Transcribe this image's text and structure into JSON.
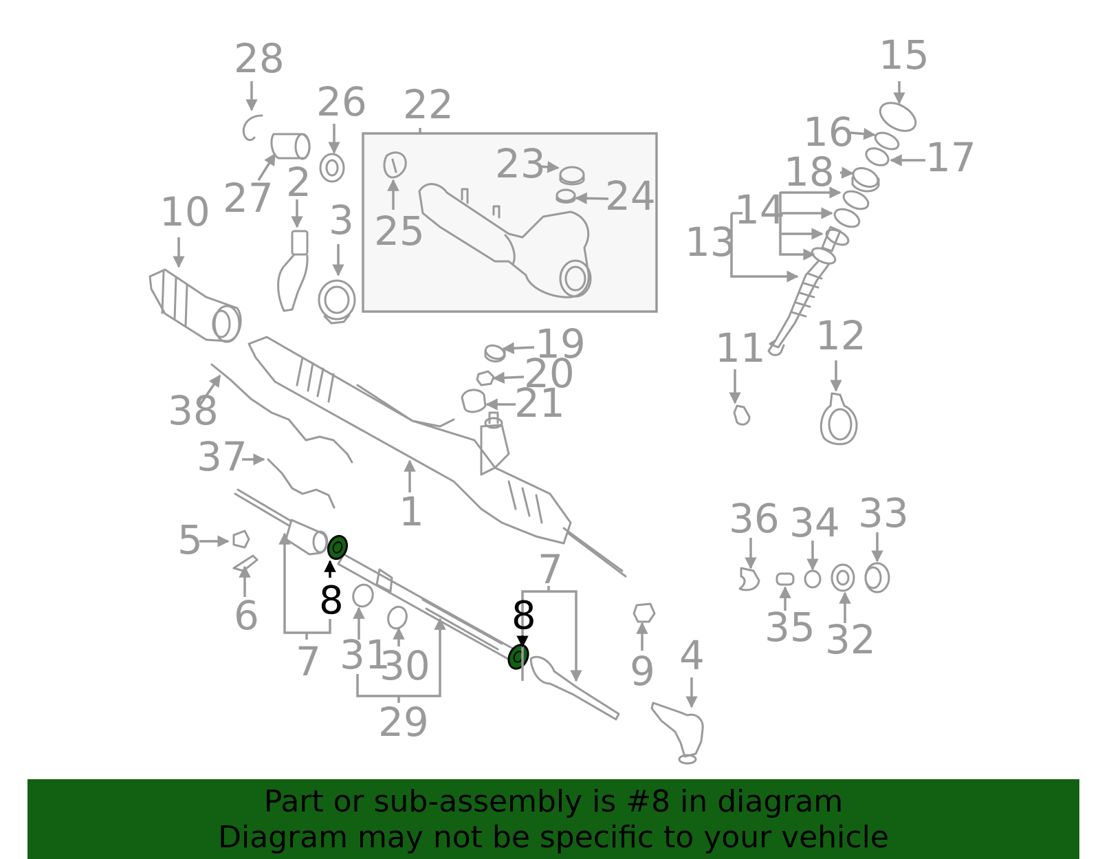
{
  "diagram": {
    "highlight_color": "#126112",
    "line_color": "#9a9a9a",
    "highlighted_part": "8",
    "callouts": [
      "1",
      "2",
      "3",
      "4",
      "5",
      "6",
      "7",
      "7",
      "8",
      "8",
      "9",
      "10",
      "11",
      "12",
      "13",
      "14",
      "15",
      "16",
      "17",
      "18",
      "19",
      "20",
      "21",
      "22",
      "23",
      "24",
      "25",
      "26",
      "27",
      "28",
      "29",
      "30",
      "31",
      "32",
      "33",
      "34",
      "35",
      "36",
      "37",
      "38"
    ]
  },
  "banner": {
    "line1": "Part or sub-assembly is #8 in diagram",
    "line2": "Diagram may not be specific to your vehicle",
    "background": "#126112"
  }
}
